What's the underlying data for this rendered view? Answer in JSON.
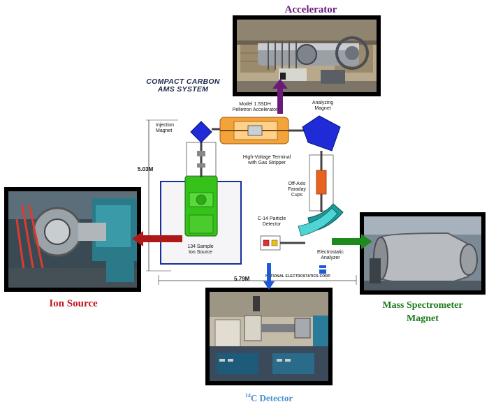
{
  "captions": {
    "accelerator": "Accelerator",
    "ion_source": "Ion Source",
    "mass_spec_line1": "Mass Spectrometer",
    "mass_spec_line2": "Magnet",
    "detector_sup": "14",
    "detector_text": "C Detector"
  },
  "schematic": {
    "title_line1": "COMPACT CARBON",
    "title_line2": "AMS SYSTEM",
    "accelerator_model_line1": "Model 1.5SDH",
    "accelerator_model_line2": "Pelletron Accelerator",
    "analyzing_magnet_line1": "Analyzing",
    "analyzing_magnet_line2": "Magnet",
    "injection_magnet_line1": "Injection",
    "injection_magnet_line2": "Magnet",
    "terminal_line1": "High-Voltage Terminal",
    "terminal_line2": "with Gas Stripper",
    "faraday_line1": "Off-Axis",
    "faraday_line2": "Faraday",
    "faraday_line3": "Cups",
    "particle_detector_line1": "C-14 Particle",
    "particle_detector_line2": "Detector",
    "ion_source_line1": "134 Sample",
    "ion_source_line2": "Ion Source",
    "esa_line1": "Electrostatic",
    "esa_line2": "Analyzer",
    "height_dim": "5.03M",
    "width_dim": "5.79M",
    "corp": "NATIONAL ELECTROSTATICS CORP"
  },
  "colors": {
    "accelerator": "#6a1b7a",
    "ion_source": "#c0181e",
    "mass_spec": "#1e7a1e",
    "detector": "#4a8fd0",
    "magnet_blue": "#1f2bd6",
    "ion_source_green": "#35c21b",
    "tank_orange": "#f2a43a"
  },
  "arrows": {
    "accelerator": "up-arrow",
    "ion_source": "left-arrow",
    "mass_spec": "right-arrow",
    "detector": "down-arrow"
  }
}
